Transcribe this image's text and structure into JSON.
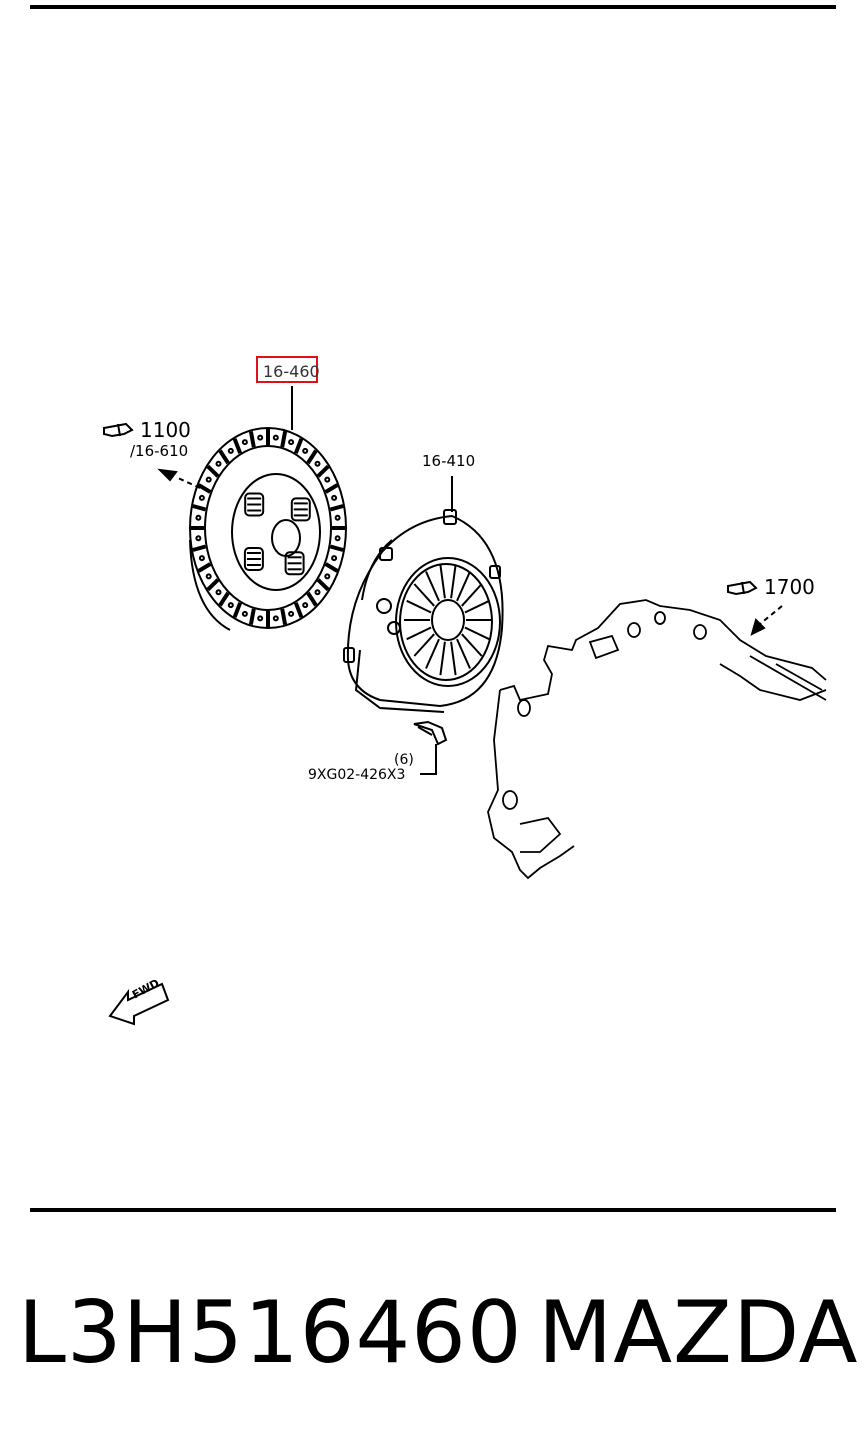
{
  "callouts": {
    "selected_part": "16-460",
    "ref_1100": "1100",
    "ref_16_610": "/16-610",
    "pressure_plate": "16-410",
    "ref_1700": "1700",
    "bolt_qty": "(6)",
    "bolt_part": "9XG02-426X3",
    "fwd": "FWD"
  },
  "footer": {
    "part_number": "L3H516460",
    "brand": "MAZDA"
  },
  "colors": {
    "line": "#000000",
    "highlight": "#e0101a",
    "background": "#ffffff"
  }
}
